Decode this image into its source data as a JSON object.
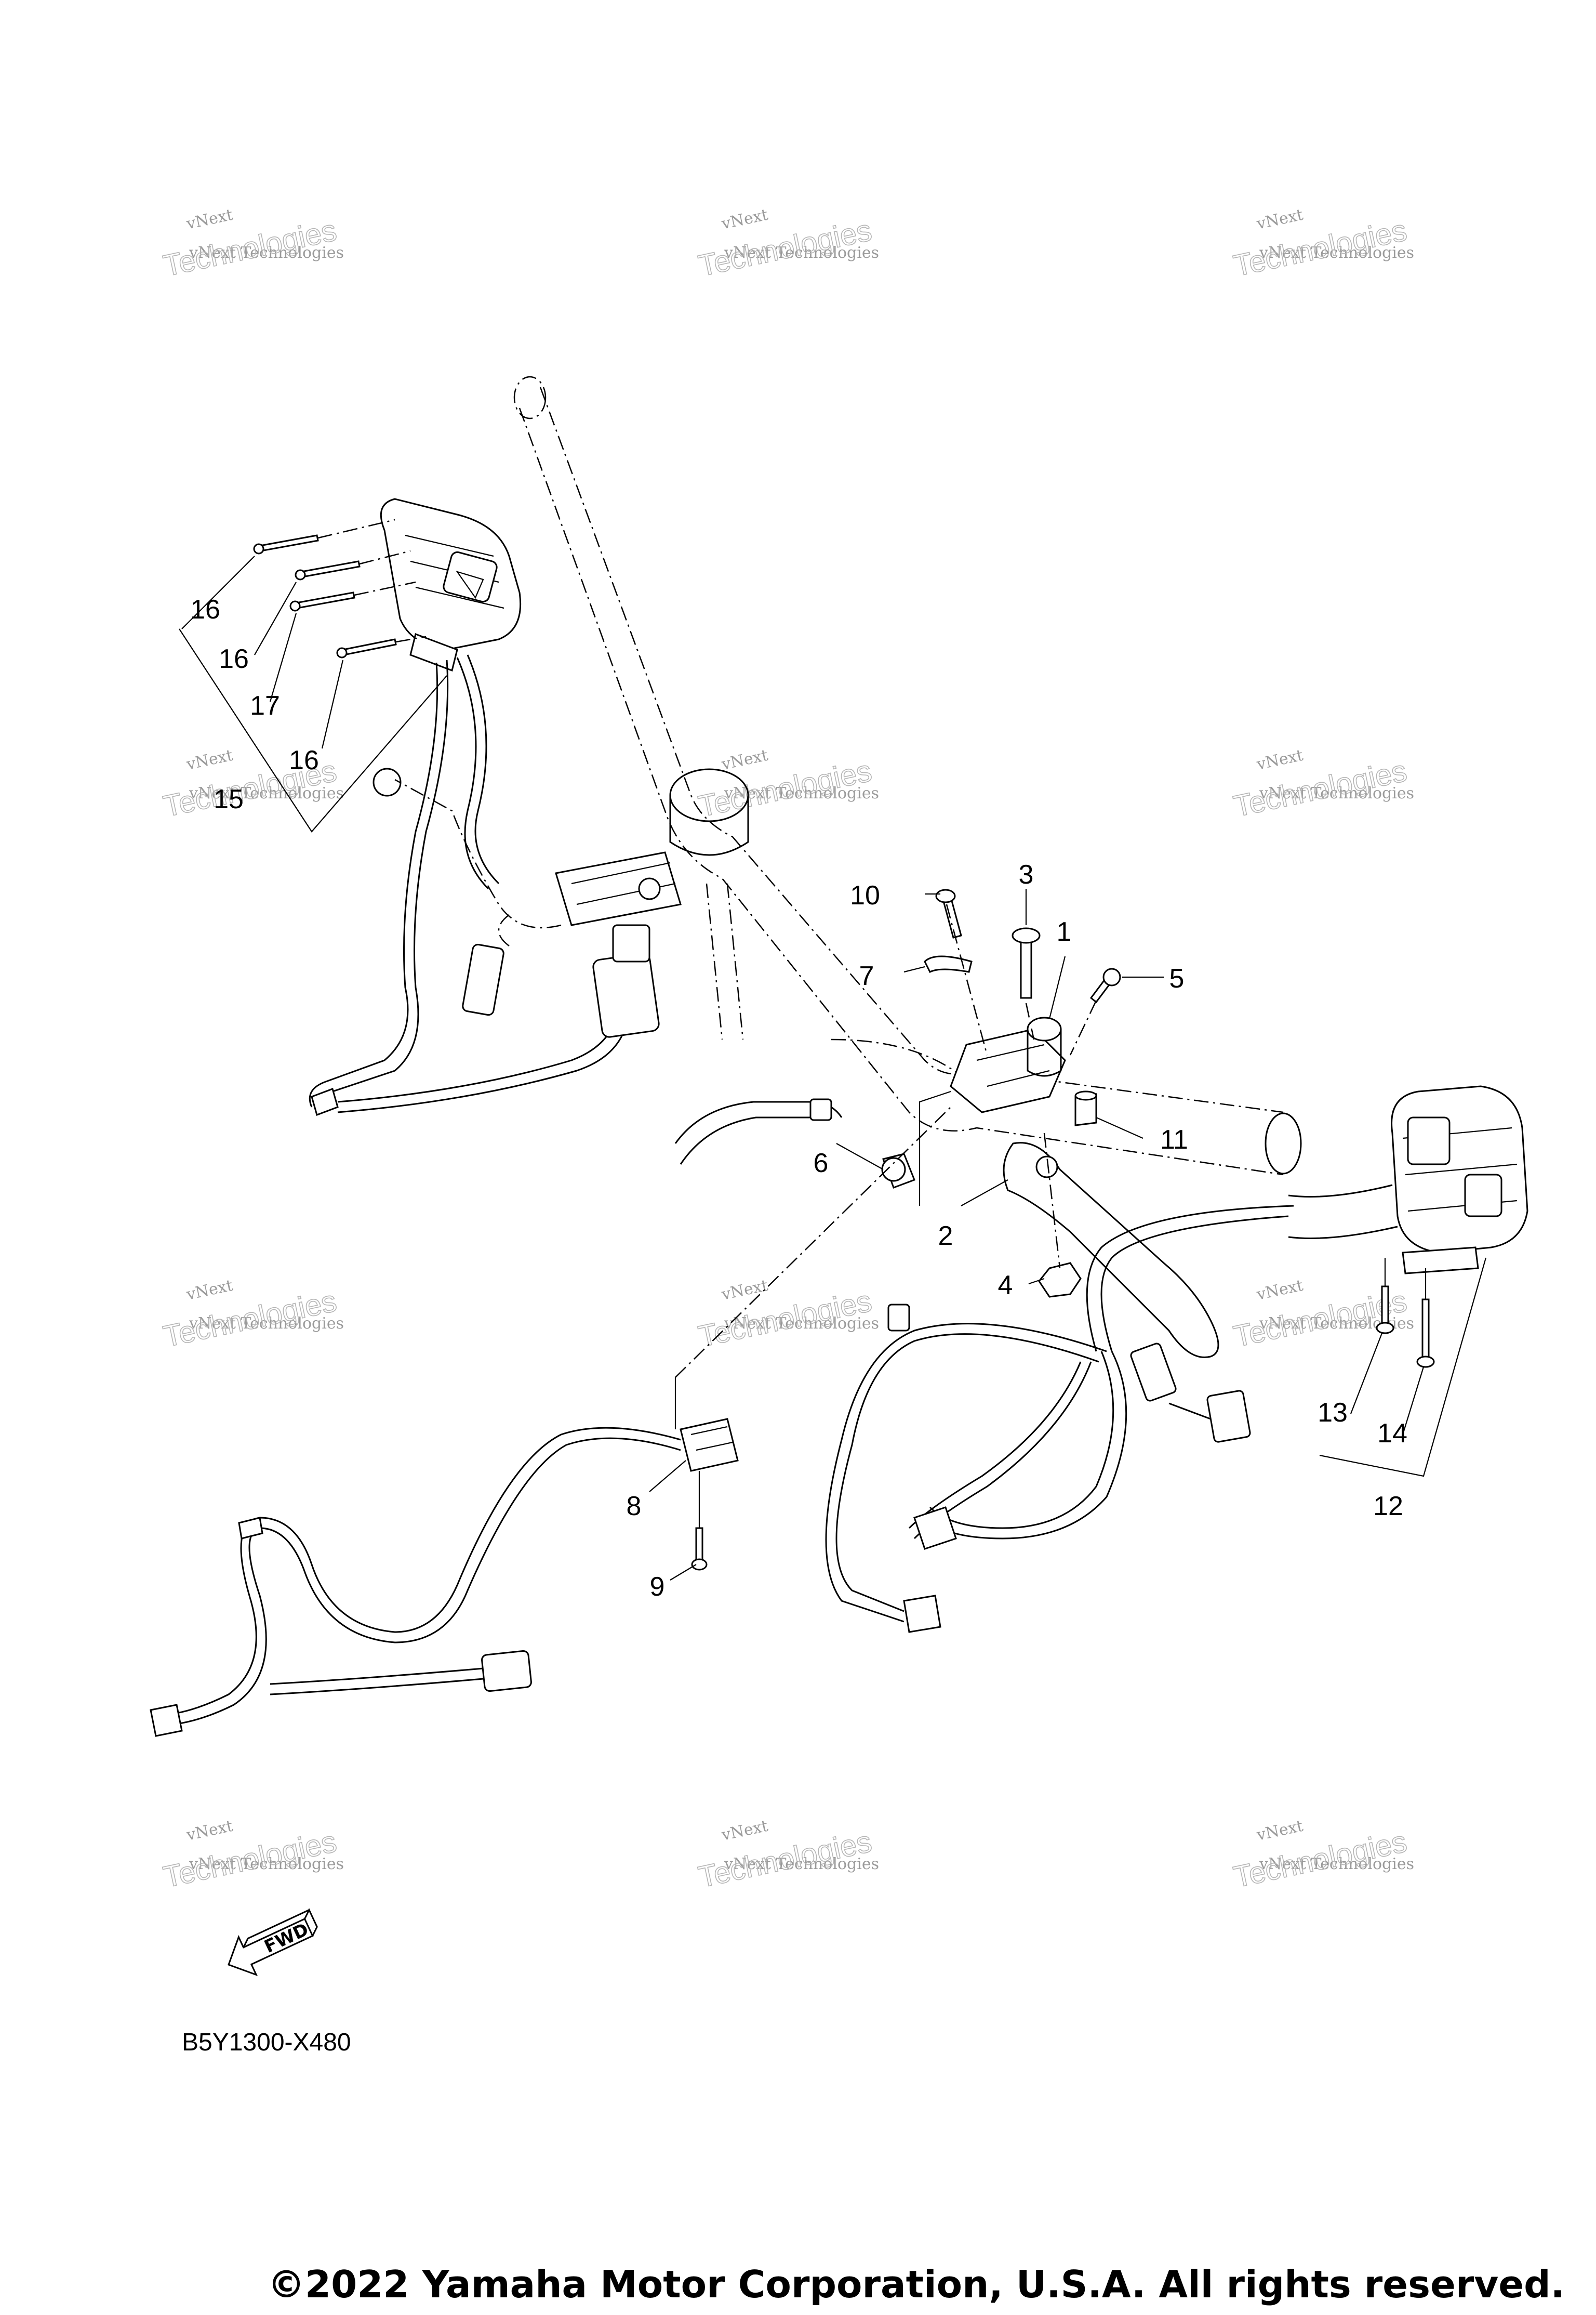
{
  "watermark": {
    "line1": "vNext",
    "line2": "vNext Technologies",
    "line3": "Technologies"
  },
  "callouts": [
    "1",
    "2",
    "3",
    "4",
    "5",
    "6",
    "7",
    "8",
    "9",
    "10",
    "11",
    "12",
    "13",
    "14",
    "15",
    "16",
    "16",
    "16",
    "17"
  ],
  "diagram_code": "B5Y1300-X480",
  "fwd_label": "FWD",
  "copyright": "©2022 Yamaha Motor Corporation, U.S.A. All rights reserved."
}
